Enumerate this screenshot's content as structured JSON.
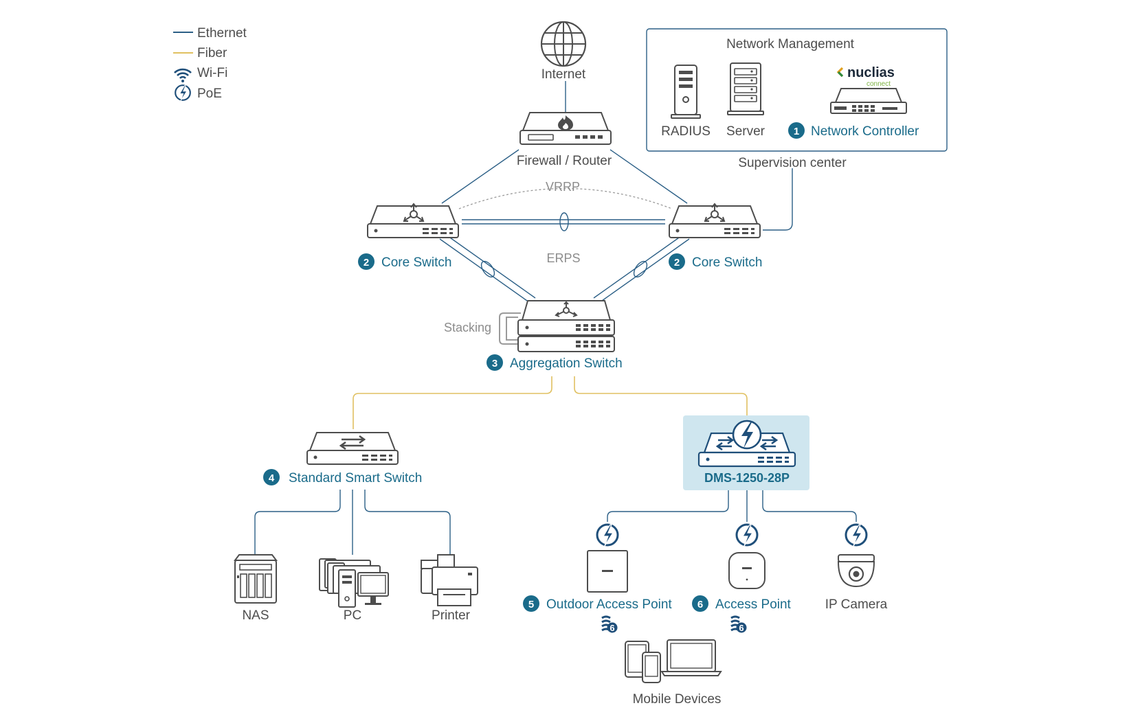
{
  "legend": {
    "ethernet": "Ethernet",
    "fiber": "Fiber",
    "wifi": "Wi-Fi",
    "poe": "PoE"
  },
  "colors": {
    "ethernet": "#2b5f86",
    "fiber": "#e0c060",
    "accent": "#1a6b8a",
    "highlight": "#cfe6ef"
  },
  "internet": "Internet",
  "firewall": "Firewall / Router",
  "vrrp": "VRRP",
  "erps": "ERPS",
  "stacking": "Stacking",
  "network_management": {
    "title": "Network Management",
    "radius": "RADIUS",
    "server": "Server",
    "nuclias_logo": "nuclias",
    "nuclias_sub": "connect",
    "controller": {
      "num": "1",
      "label": "Network Controller"
    }
  },
  "supervision": "Supervision center",
  "core_left": {
    "num": "2",
    "label": "Core Switch"
  },
  "core_right": {
    "num": "2",
    "label": "Core Switch"
  },
  "aggregation": {
    "num": "3",
    "label": "Aggregation Switch"
  },
  "standard": {
    "num": "4",
    "label": "Standard Smart Switch"
  },
  "dms": "DMS-1250-28P",
  "nas": "NAS",
  "pc": "PC",
  "printer": "Printer",
  "outdoor_ap": {
    "num": "5",
    "label": "Outdoor Access Point"
  },
  "access_point": {
    "num": "6",
    "label": "Access Point"
  },
  "ip_camera": "IP Camera",
  "wifi6": "6",
  "mobile_devices": "Mobile Devices"
}
